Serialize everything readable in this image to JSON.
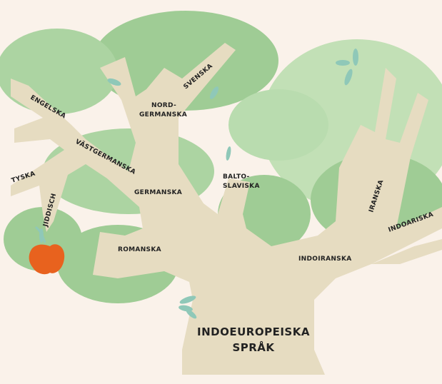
{
  "colors": {
    "background": "#faf2ea",
    "canopy_dark": "#9fcc95",
    "canopy_mid": "#acd4a2",
    "canopy_light": "#c2e0b6",
    "trunk": "#e6dcc1",
    "apple": "#e8621e",
    "leaf": "#8fc8b8"
  },
  "tree": {
    "root": "INDOEUROPEISKA SPRÅK",
    "root_line1": "INDOEUROPEISKA",
    "root_line2": "SPRÅK",
    "branches": {
      "germanska": "GERMANSKA",
      "vastgermanska": "VÄSTGERMANSKA",
      "engelska": "ENGELSKA",
      "tyska": "TYSKA",
      "jiddisch": "JIDDISCH",
      "nordgermanska_line1": "NORD-",
      "nordgermanska_line2": "GERMANSKA",
      "svenska": "SVENSKA",
      "baltoslaviska_line1": "BALTO-",
      "baltoslaviska_line2": "SLAVISKA",
      "romanska": "ROMANSKA",
      "indoiranska": "INDOIRANSKA",
      "iranska": "IRANSKA",
      "indoariska": "INDOARISKA"
    }
  }
}
